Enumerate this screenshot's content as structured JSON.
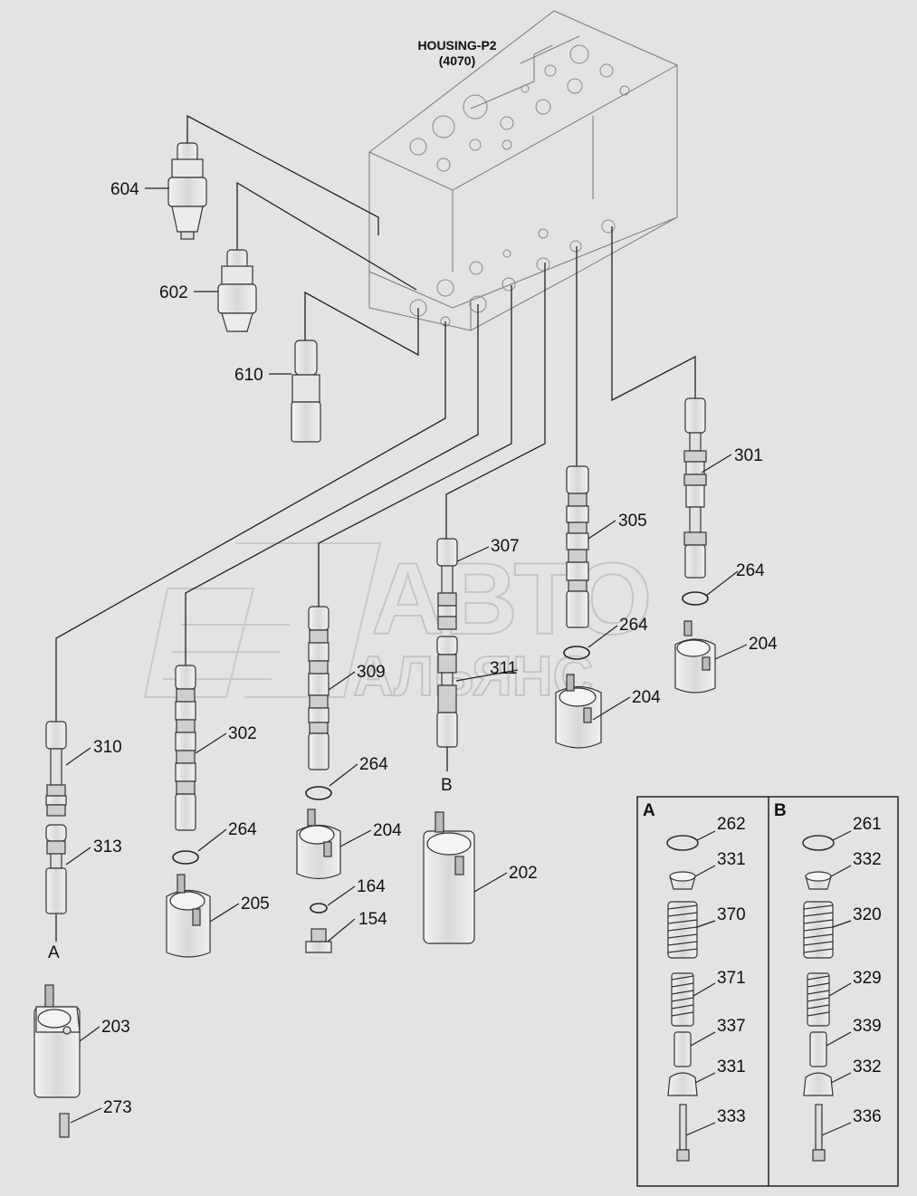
{
  "housing": {
    "title": "HOUSING-P2",
    "code": "(4070)"
  },
  "watermark": {
    "line1": "АВТО",
    "line2": "АЛЬЯНС"
  },
  "labels": {
    "p604": "604",
    "p602": "602",
    "p610": "610",
    "p301": "301",
    "p305": "305",
    "p307": "307",
    "p264_a": "264",
    "p264_b": "264",
    "p204_a": "204",
    "p204_b": "204",
    "p311": "311",
    "p309": "309",
    "p302": "302",
    "p310": "310",
    "p264_c": "264",
    "p264_d": "264",
    "p204_c": "204",
    "p164": "164",
    "p154": "154",
    "p202": "202",
    "p205": "205",
    "p313": "313",
    "p203": "203",
    "p273": "273",
    "marker_a": "A",
    "marker_b": "B"
  },
  "detail_box": {
    "a": {
      "title": "A",
      "items": [
        "262",
        "331",
        "370",
        "371",
        "337",
        "331",
        "333"
      ]
    },
    "b": {
      "title": "B",
      "items": [
        "261",
        "332",
        "320",
        "329",
        "339",
        "332",
        "336"
      ]
    }
  }
}
